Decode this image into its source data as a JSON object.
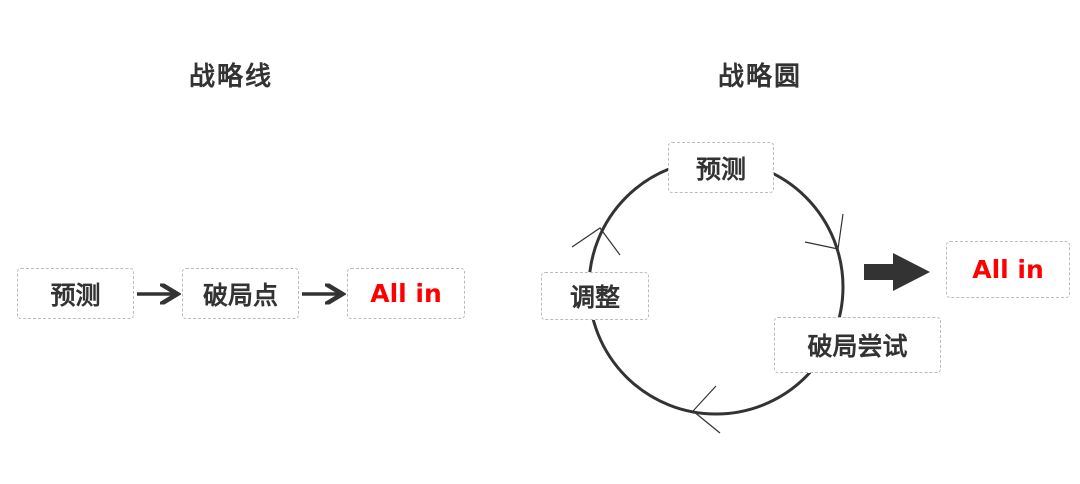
{
  "line": {
    "title": "战略线",
    "nodes": [
      "预测",
      "破局点",
      "All in"
    ]
  },
  "circle": {
    "title": "战略圆",
    "nodes": {
      "top": "预测",
      "left": "调整",
      "bottom_right": "破局尝试"
    },
    "result": "All in"
  },
  "colors": {
    "text": "#333333",
    "accent": "#ff0000",
    "border": "#bbbbbb"
  }
}
